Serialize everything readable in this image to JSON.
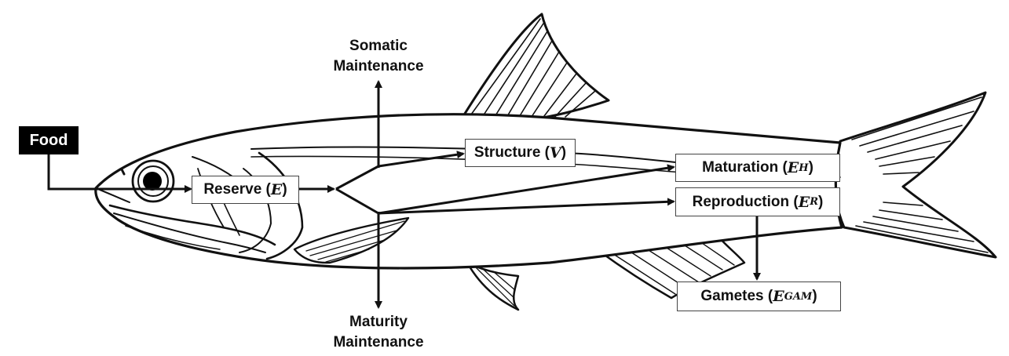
{
  "food": {
    "label": "Food"
  },
  "reserve": {
    "label": "Reserve (",
    "sym": "E",
    "close": ")"
  },
  "structure": {
    "label": "Structure (",
    "sym": "V",
    "close": ")"
  },
  "maturation": {
    "label": "Maturation (",
    "sym": "E",
    "sub": "H",
    "close": ")"
  },
  "reproduction": {
    "label": "Reproduction (",
    "sym": "E",
    "sub": "R",
    "close": ")"
  },
  "gametes": {
    "label": "Gametes (",
    "sym": "E",
    "sub": "GAM",
    "close": ")"
  },
  "somatic": {
    "line1": "Somatic",
    "line2": "Maintenance"
  },
  "maturity": {
    "line1": "Maturity",
    "line2": "Maintenance"
  },
  "colors": {
    "ink": "#111111",
    "food_bg": "#000000",
    "box_border": "#444444"
  }
}
